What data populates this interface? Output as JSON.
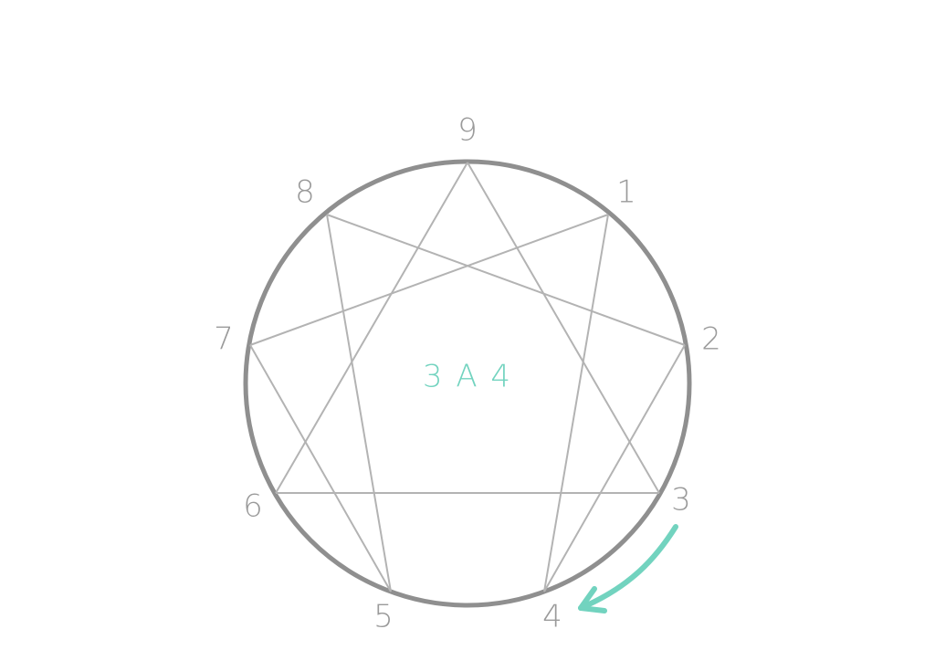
{
  "diagram": {
    "center_label": "3 A 4",
    "point_labels": [
      "9",
      "1",
      "2",
      "3",
      "4",
      "5",
      "6",
      "7",
      "8"
    ],
    "colors": {
      "circle": "#8f8f8f",
      "lines": "#b3b3b3",
      "labels": "#9a9a9a",
      "accent": "#72d3bf"
    },
    "icons": {
      "arrow": "curved-arrow-3-to-4-icon"
    }
  }
}
